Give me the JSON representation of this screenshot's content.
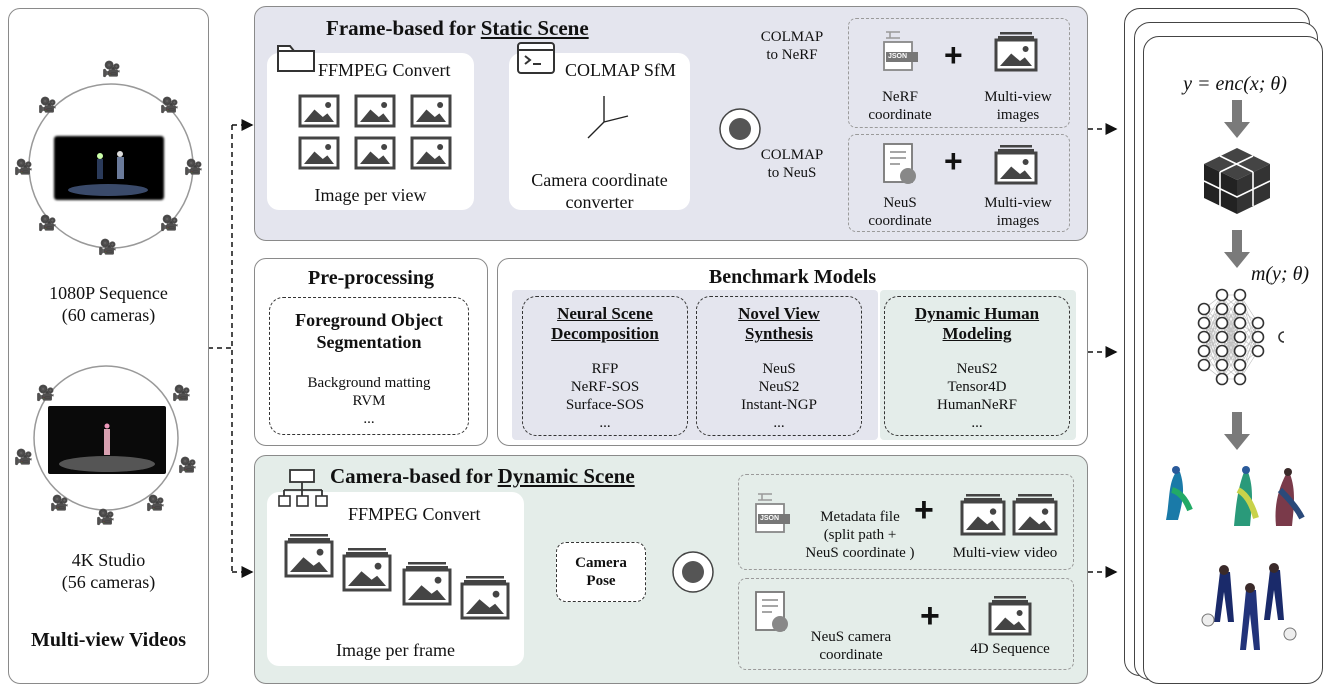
{
  "left": {
    "seq1_line1": "1080P Sequence",
    "seq1_line2": "(60 cameras)",
    "seq2_line1": "4K Studio",
    "seq2_line2": "(56 cameras)",
    "footer": "Multi-view Videos"
  },
  "static": {
    "title_prefix": "Frame-based for ",
    "title_link": "Static Scene",
    "ffmpeg_label": "FFMPEG Convert",
    "image_caption": "Image per view",
    "colmap_label": "COLMAP SfM",
    "camera_line1": "Camera coordinate",
    "camera_line2": "converter",
    "branch_top_line1": "COLMAP",
    "branch_top_line2": "to NeRF",
    "branch_bottom_line1": "COLMAP",
    "branch_bottom_line2": "to NeuS",
    "json_badge": "JSON",
    "nerf_line1": "NeRF",
    "nerf_line2": "coordinate",
    "mv_line1": "Multi-view",
    "mv_line2": "images",
    "neus_line1": "NeuS",
    "neus_line2": "coordinate",
    "mv2_line1": "Multi-view",
    "mv2_line2": "images",
    "plus": "+"
  },
  "pre": {
    "title": "Pre-processing",
    "box_line1": "Foreground Object",
    "box_line2": "Segmentation",
    "item1": "Background matting",
    "item2": "RVM",
    "item3": "..."
  },
  "bench": {
    "title": "Benchmark Models",
    "g1_line1": "Neural Scene",
    "g1_line2": "Decomposition",
    "g1_items": [
      "RFP",
      "NeRF-SOS",
      "Surface-SOS",
      "..."
    ],
    "g2_line1": "Novel View",
    "g2_line2": "Synthesis",
    "g2_items": [
      "NeuS",
      "NeuS2",
      "Instant-NGP",
      "..."
    ],
    "g3_line1": "Dynamic Human",
    "g3_line2": "Modeling",
    "g3_items": [
      "NeuS2",
      "Tensor4D",
      "HumanNeRF",
      "..."
    ]
  },
  "dynamic": {
    "title_prefix": "Camera-based for ",
    "title_link": "Dynamic Scene",
    "ffmpeg_label": "FFMPEG Convert",
    "image_caption": "Image per frame",
    "pose_line1": "Camera",
    "pose_line2": "Pose",
    "json_badge": "JSON",
    "meta_line1": "Metadata file",
    "meta_line2": "(split path +",
    "meta_line3": "NeuS coordinate )",
    "mv_video": "Multi-view video",
    "neus_line1": "NeuS camera",
    "neus_line2": "coordinate",
    "seq4d": "4D Sequence",
    "plus": "+"
  },
  "right": {
    "formula_y": "y = enc(x; θ)",
    "formula_m": "m(y; θ)"
  }
}
